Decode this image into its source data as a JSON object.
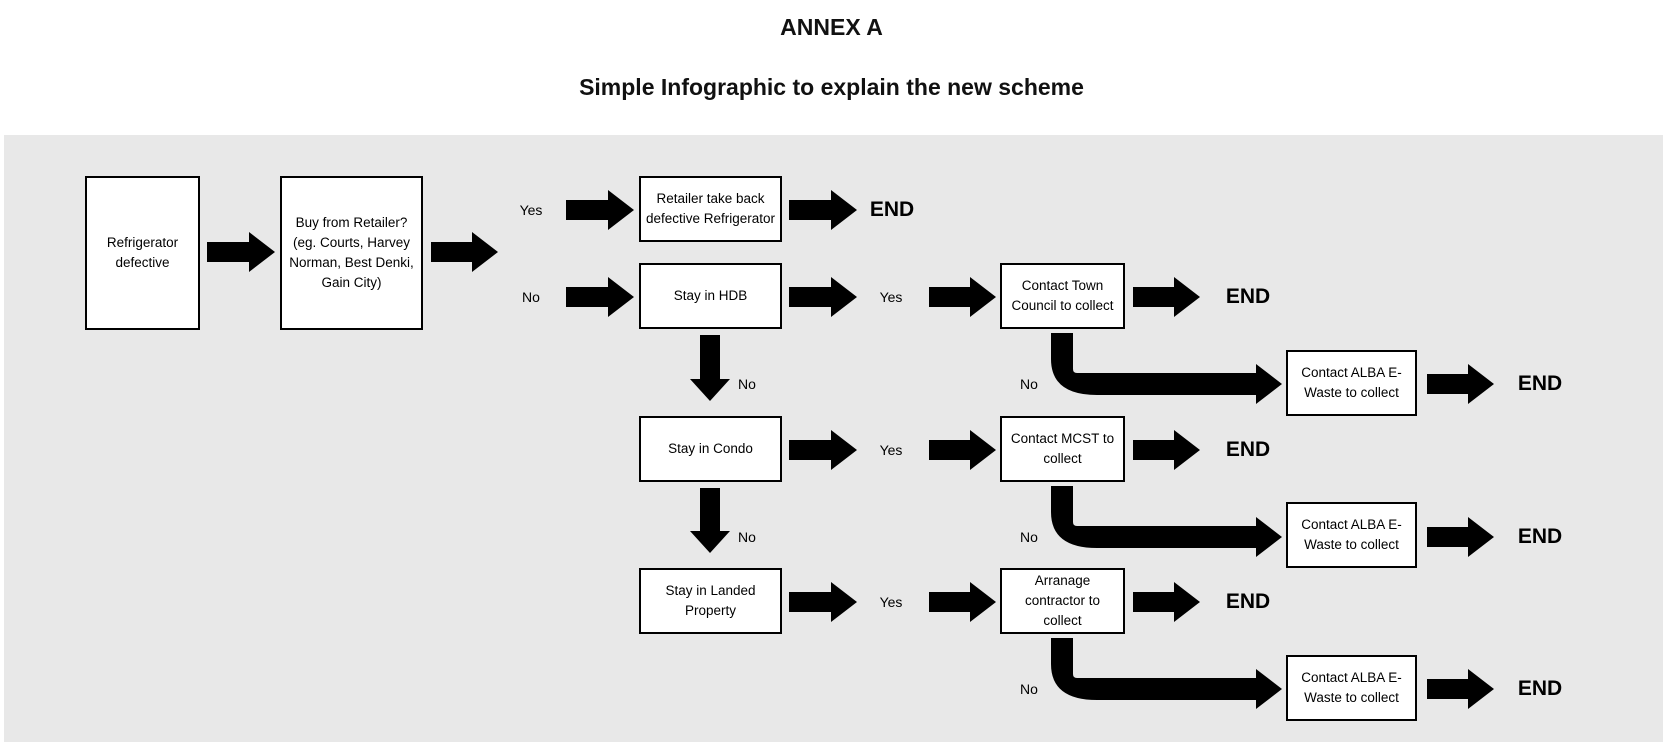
{
  "header": {
    "annex": "ANNEX A",
    "subtitle": "Simple Infographic to explain the new scheme"
  },
  "nodes": {
    "refrigerator_defective": "Refrigerator defective",
    "buy_from_retailer": "Buy from Retailer? (eg. Courts, Harvey Norman, Best Denki, Gain City)",
    "retailer_take_back": "Retailer take back defective Refrigerator",
    "stay_hdb": "Stay in HDB",
    "stay_condo": "Stay in Condo",
    "stay_landed": "Stay in Landed Property",
    "contact_town_council": "Contact Town Council to collect",
    "contact_mcst": "Contact MCST to collect",
    "arrange_contractor": "Arranage contractor to collect",
    "alba_1": "Contact ALBA E-Waste to collect",
    "alba_2": "Contact ALBA E-Waste to collect",
    "alba_3": "Contact ALBA E-Waste to collect"
  },
  "labels": {
    "yes_retailer": "Yes",
    "no_retailer": "No",
    "yes_hdb": "Yes",
    "no_hdb": "No",
    "no_town_council": "No",
    "yes_condo": "Yes",
    "no_condo": "No",
    "no_mcst": "No",
    "yes_landed": "Yes",
    "no_contractor": "No"
  },
  "ends": {
    "end_retailer": "END",
    "end_town_council": "END",
    "end_alba_1": "END",
    "end_mcst": "END",
    "end_alba_2": "END",
    "end_contractor": "END",
    "end_alba_3": "END"
  },
  "colors": {
    "panel": "#e8e8e8",
    "arrow": "#000000",
    "box_fill": "#ffffff",
    "box_border": "#000000"
  }
}
